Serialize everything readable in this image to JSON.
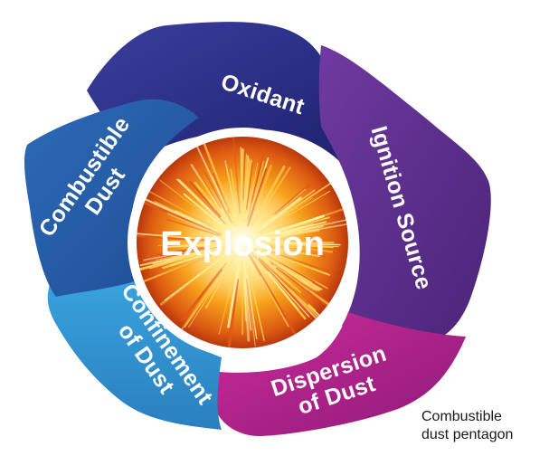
{
  "diagram": {
    "center_label": "Explosion",
    "segments": [
      {
        "id": "oxidant",
        "lines": [
          "Oxidant"
        ],
        "color": "#2b2f86"
      },
      {
        "id": "ignition",
        "lines": [
          "Ignition Source"
        ],
        "color": "#5c2d8c"
      },
      {
        "id": "dispersion",
        "lines": [
          "Dispersion",
          "of Dust"
        ],
        "color": "#b0208a"
      },
      {
        "id": "confinement",
        "lines": [
          "Confinement",
          "of Dust"
        ],
        "color": "#2f93cf"
      },
      {
        "id": "combustible",
        "lines": [
          "Combustible",
          "Dust"
        ],
        "color": "#245aa6"
      }
    ],
    "colors": {
      "burst_core": "#fff6c8",
      "burst_mid": "#f8a21c",
      "burst_edge": "#c9420f"
    }
  },
  "caption": {
    "line1": "Combustible",
    "line2": "dust pentagon"
  }
}
